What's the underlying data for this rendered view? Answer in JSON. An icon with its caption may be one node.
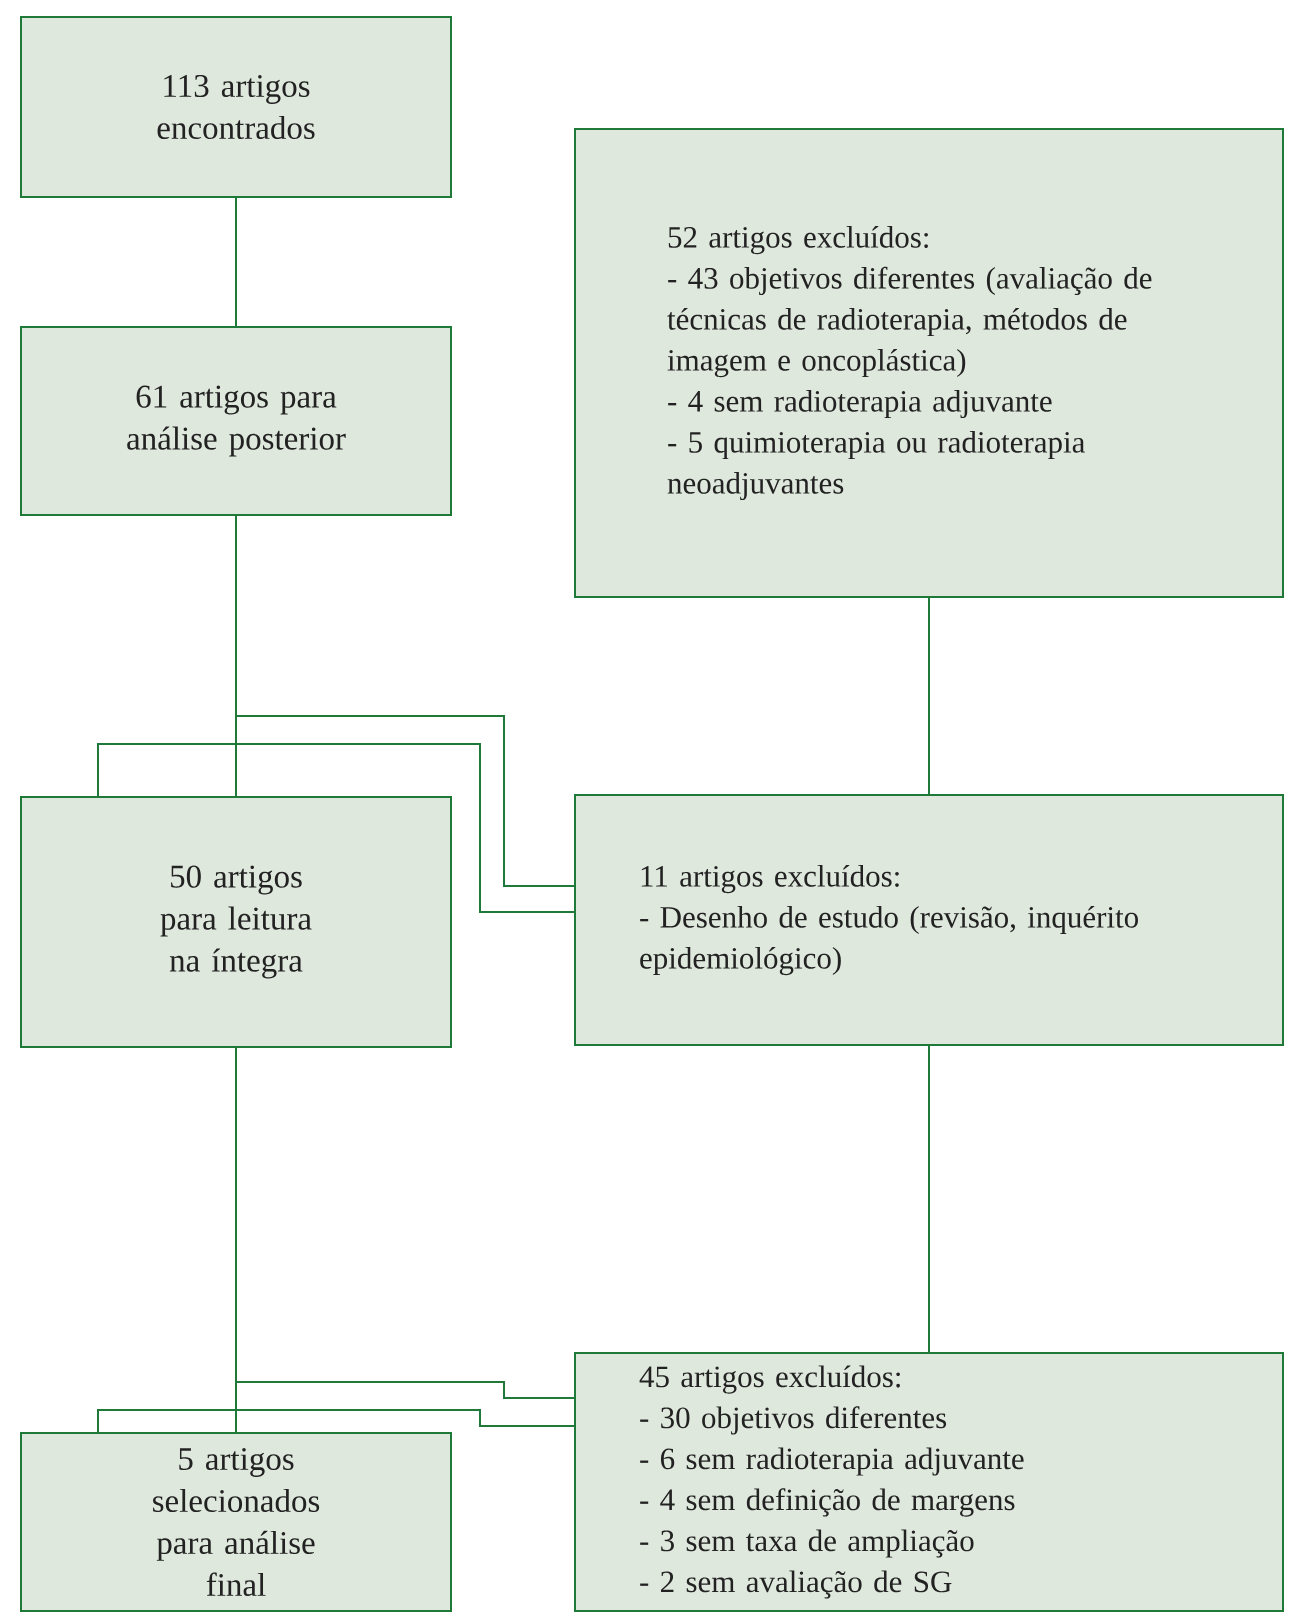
{
  "diagram": {
    "nodes": [
      {
        "text": [
          "113 artigos encontrados"
        ]
      },
      {
        "text": [
          "52 artigos excluídos:",
          "- 43 objetivos diferentes (avaliação de técnicas de radioterapia, métodos de imagem e oncoplástica)",
          "- 4 sem radioterapia adjuvante",
          "- 5 quimioterapia ou radioterapia neoadjuvantes"
        ]
      },
      {
        "text": [
          "61 artigos para análise posterior"
        ]
      },
      {
        "text": [
          "50 artigos para leitura na íntegra"
        ]
      },
      {
        "text": [
          "11 artigos excluídos:",
          "- Desenho de estudo (revisão, inquérito epidemiológico)"
        ]
      },
      {
        "text": [
          "5 artigos selecionados para análise final"
        ]
      },
      {
        "text": [
          "45 artigos excluídos:",
          "- 30 objetivos diferentes",
          "- 6 sem radioterapia adjuvante",
          "- 4 sem definição de margens",
          "- 3 sem taxa de ampliação",
          "- 2 sem avaliação de SG"
        ]
      }
    ],
    "edges": [
      {
        "from": 0,
        "to": 2,
        "arrow": "none"
      },
      {
        "from": 2,
        "to": 3,
        "arrow": "none"
      },
      {
        "from": 2,
        "to": 4,
        "arrow": "none"
      },
      {
        "from": 3,
        "to": 4,
        "arrow": "none"
      },
      {
        "from": 1,
        "to": 4,
        "arrow": "none"
      },
      {
        "from": 4,
        "to": 6,
        "arrow": "none"
      },
      {
        "from": 3,
        "to": 5,
        "arrow": "none"
      },
      {
        "from": 3,
        "to": 6,
        "arrow": "none"
      },
      {
        "from": 5,
        "to": 6,
        "arrow": "none"
      }
    ]
  }
}
